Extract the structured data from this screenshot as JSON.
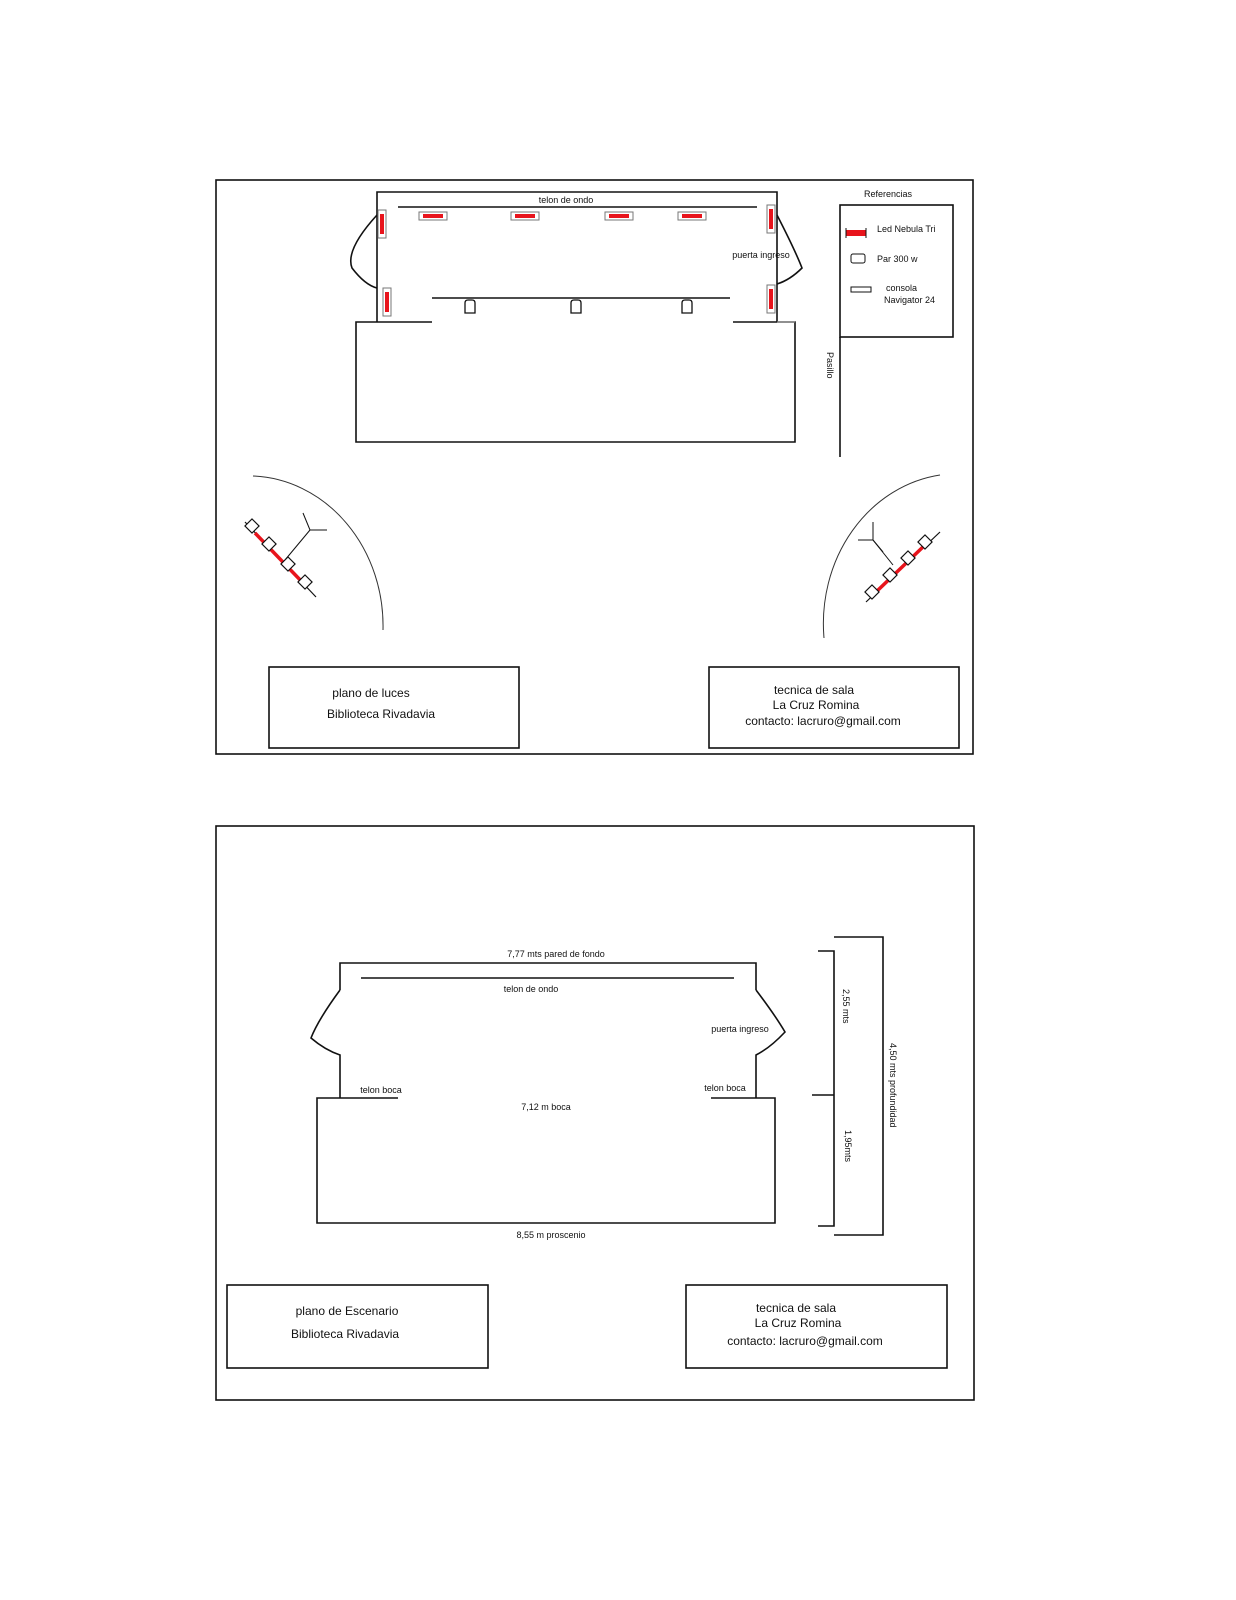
{
  "colors": {
    "led": "#e8141c",
    "line": "#111111"
  },
  "lighting_plan": {
    "curtain_label": "telon de ondo",
    "door_label": "puerta ingreso",
    "hallway_label": "Pasillo",
    "legend": {
      "title": "Referencias",
      "items": [
        {
          "icon": "led-fixture-icon",
          "label": "Led Nebula Tri"
        },
        {
          "icon": "par-fixture-icon",
          "label": "Par 300 w"
        },
        {
          "icon": "console-icon",
          "label_line1": "consola",
          "label_line2": "Navigator 24"
        }
      ]
    },
    "title_box": {
      "line1": "plano de luces",
      "line2": "Biblioteca Rivadavia"
    },
    "credit_box": {
      "line1": "tecnica de sala",
      "line2": "La Cruz Romina",
      "line3": "contacto: lacruro@gmail.com"
    }
  },
  "stage_plan": {
    "back_wall_label": "7,77 mts pared de fondo",
    "curtain_label": "telon de ondo",
    "door_label": "puerta ingreso",
    "left_curtain_label": "telon boca",
    "right_curtain_label": "telon boca",
    "mouth_label": "7,12 m boca",
    "proscenium_label": "8,55 m proscenio",
    "depth_upper_label": "2,55 mts",
    "depth_lower_label": "1,95mts",
    "depth_total_label": "4,50 mts profundidad",
    "title_box": {
      "line1": "plano de Escenario",
      "line2": "Biblioteca Rivadavia"
    },
    "credit_box": {
      "line1": "tecnica de sala",
      "line2": "La Cruz Romina",
      "line3": "contacto: lacruro@gmail.com"
    }
  }
}
